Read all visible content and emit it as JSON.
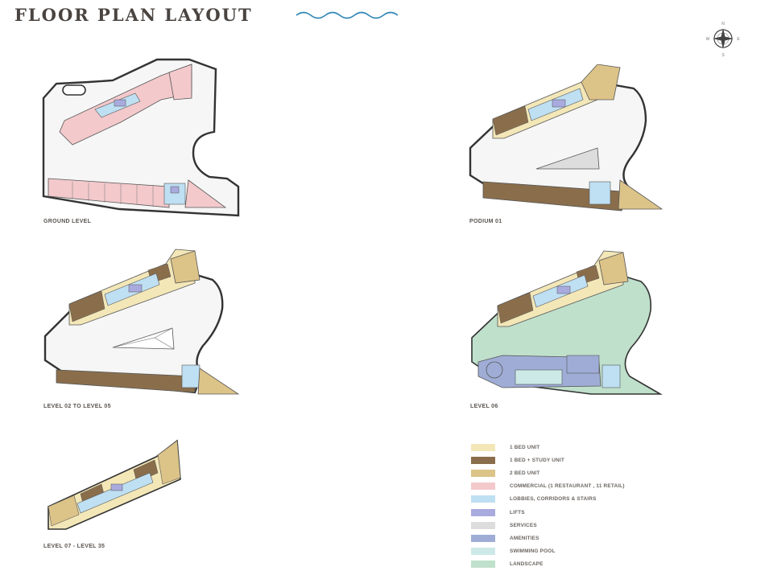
{
  "title": "FLOOR PLAN LAYOUT",
  "compass": {
    "n": "N",
    "s": "S",
    "e": "E",
    "w": "W"
  },
  "colors": {
    "unit_1bed": "#f3e7b8",
    "unit_1bed_study": "#8a6e4b",
    "unit_2bed": "#dcc388",
    "commercial": "#f3c9cc",
    "lobbies": "#bfdff2",
    "lifts": "#a9aade",
    "services": "#dddddd",
    "amenities": "#9fadd6",
    "pool": "#cce9e7",
    "landscape": "#bfe0cb",
    "outline": "#333333",
    "floor": "#f6f6f6"
  },
  "plans": [
    {
      "label": "GROUND LEVEL"
    },
    {
      "label": "PODIUM 01"
    },
    {
      "label": "LEVEL 02 TO LEVEL 05"
    },
    {
      "label": "LEVEL 06"
    },
    {
      "label": "LEVEL 07 - LEVEL 35"
    }
  ],
  "legend": [
    {
      "label": "1 BED UNIT",
      "color": "#f3e7b8"
    },
    {
      "label": "1 BED + STUDY UNIT",
      "color": "#8a6e4b"
    },
    {
      "label": "2 BED UNIT",
      "color": "#dcc388"
    },
    {
      "label": "COMMERCIAL (1 RESTAURANT , 11 RETAIL)",
      "color": "#f3c9cc"
    },
    {
      "label": "LOBBIES, CORRIDORS & STAIRS",
      "color": "#bfdff2"
    },
    {
      "label": "LIFTS",
      "color": "#a9aade"
    },
    {
      "label": "SERVICES",
      "color": "#dddddd"
    },
    {
      "label": "AMENITIES",
      "color": "#9fadd6"
    },
    {
      "label": "SWIMMING POOL",
      "color": "#cce9e7"
    },
    {
      "label": "LANDSCAPE",
      "color": "#bfe0cb"
    }
  ]
}
